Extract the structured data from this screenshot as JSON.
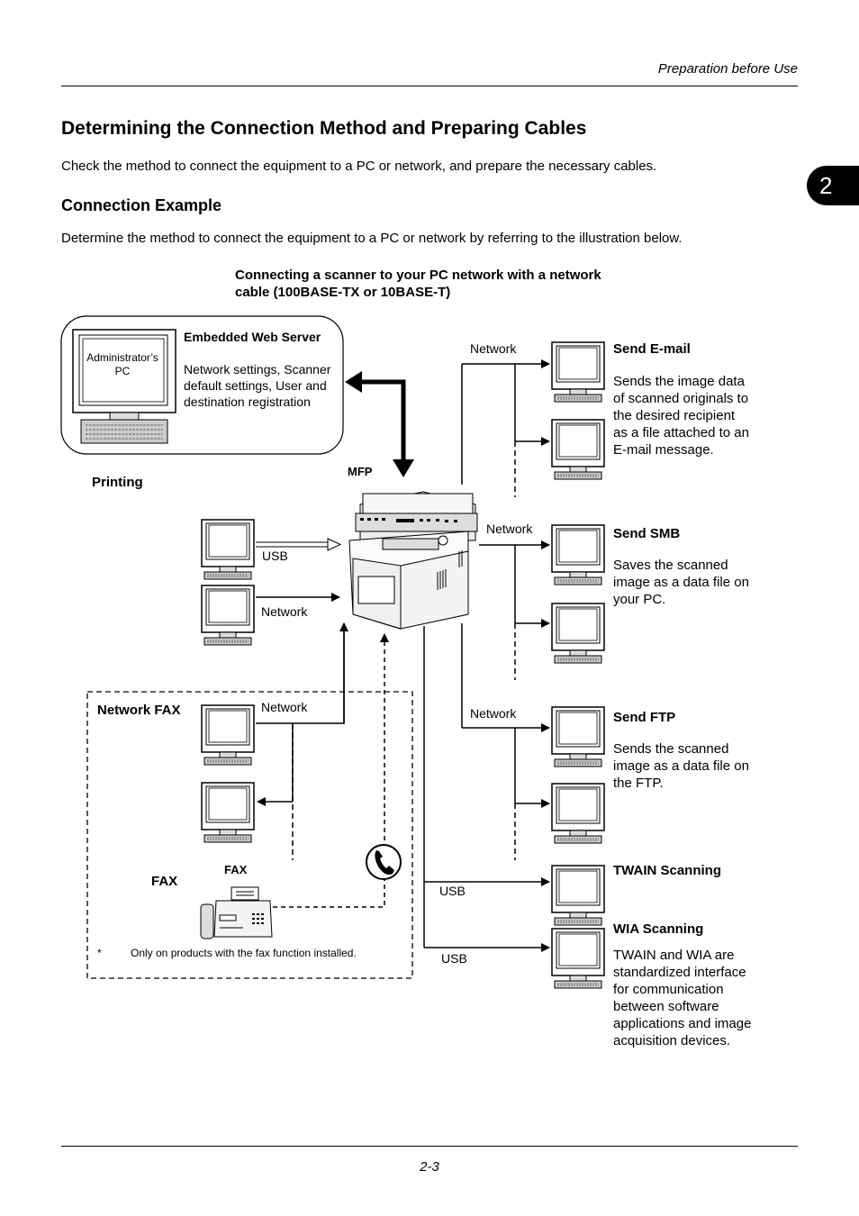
{
  "header": {
    "section": "Preparation before Use"
  },
  "chapter_tab": "2",
  "title": "Determining the Connection Method and Preparing Cables",
  "intro": "Check the method to connect the equipment to a PC or network, and prepare the necessary cables.",
  "subtitle": "Connection Example",
  "subintro": "Determine the method to connect the equipment to a PC or network by referring to the illustration below.",
  "diagram": {
    "caption_line1": "Connecting a scanner to your PC network with a network",
    "caption_line2": "cable (100BASE-TX or 10BASE-T)",
    "admin_pc_line1": "Administrator’s",
    "admin_pc_line2": "PC",
    "ews_title": "Embedded Web Server",
    "ews_line1": "Network settings, Scanner",
    "ews_line2": "default settings, User and",
    "ews_line3": "destination registration",
    "mfp": "MFP",
    "printing": "Printing",
    "usb": "USB",
    "network": "Network",
    "network_fax": "Network FAX",
    "fax": "FAX",
    "fax_note_star": "*",
    "fax_note": "Only on products with the fax function installed.",
    "send_email_title": "Send E-mail",
    "send_email_lines": [
      "Sends the image data",
      "of scanned originals to",
      "the desired recipient",
      "as a file attached to an",
      "E-mail message."
    ],
    "send_smb_title": "Send SMB",
    "send_smb_lines": [
      "Saves the scanned",
      "image as a data file on",
      "your PC."
    ],
    "send_ftp_title": "Send FTP",
    "send_ftp_lines": [
      "Sends the scanned",
      "image as a data file on",
      "the FTP."
    ],
    "twain_title": "TWAIN Scanning",
    "wia_title": "WIA Scanning",
    "wia_lines": [
      "TWAIN and WIA are",
      "standardized interface",
      "for communication",
      "between software",
      "applications and image",
      "acquisition devices."
    ]
  },
  "footer": {
    "page": "2-3"
  },
  "icons": [
    "computer-icon",
    "mfp-printer-icon",
    "fax-machine-icon",
    "phone-icon"
  ]
}
